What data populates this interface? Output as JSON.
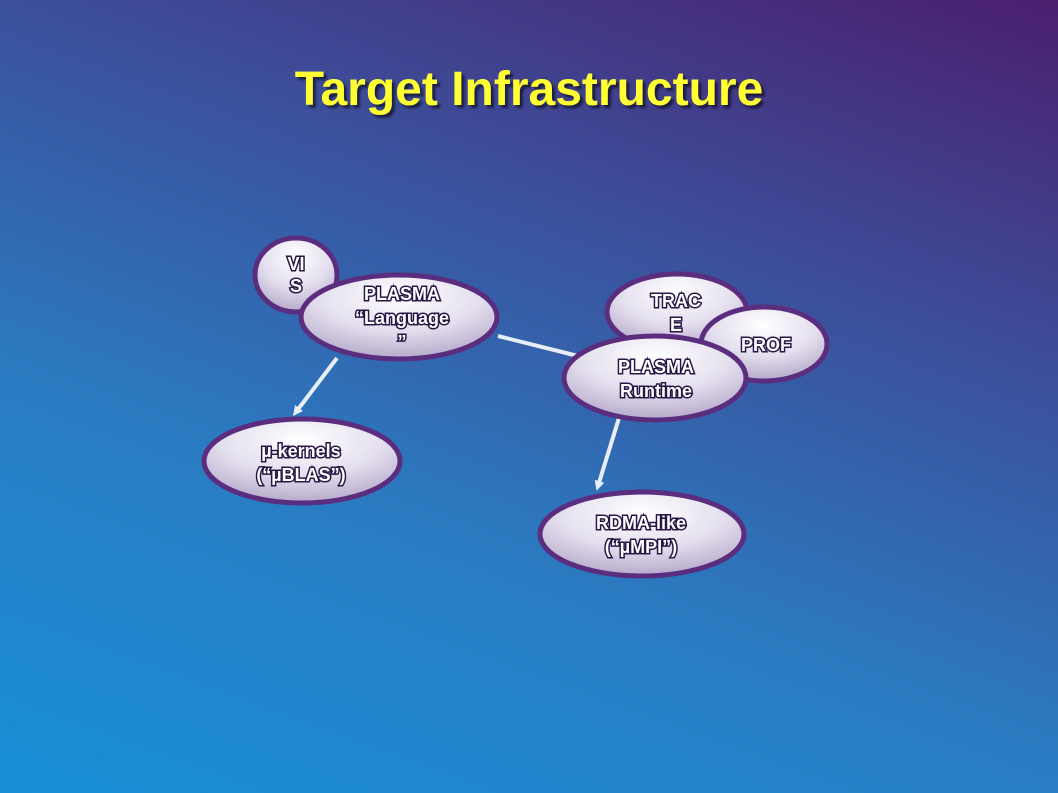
{
  "title": "Target Infrastructure",
  "nodes": [
    {
      "id": "vis",
      "lines": [
        "VI",
        "S"
      ]
    },
    {
      "id": "plasma-language",
      "lines": [
        "PLASMA",
        "“Language",
        "”"
      ]
    },
    {
      "id": "trace",
      "lines": [
        "TRAC",
        "E"
      ]
    },
    {
      "id": "prof",
      "lines": [
        "PROF"
      ]
    },
    {
      "id": "plasma-runtime",
      "lines": [
        "PLASMA",
        "Runtime"
      ]
    },
    {
      "id": "mu-kernels",
      "lines": [
        "µ-kernels",
        "(“µBLAS”)"
      ]
    },
    {
      "id": "rdma-like",
      "lines": [
        "RDMA-like",
        "(“µMPI”)"
      ]
    }
  ],
  "colors": {
    "title": "#ffff33",
    "node_fill_light": "#ffffff",
    "node_fill_dark": "#b9aecd",
    "node_border": "#5a2d7e",
    "label_text": "#ffffff",
    "connector": "#e8eef8"
  }
}
